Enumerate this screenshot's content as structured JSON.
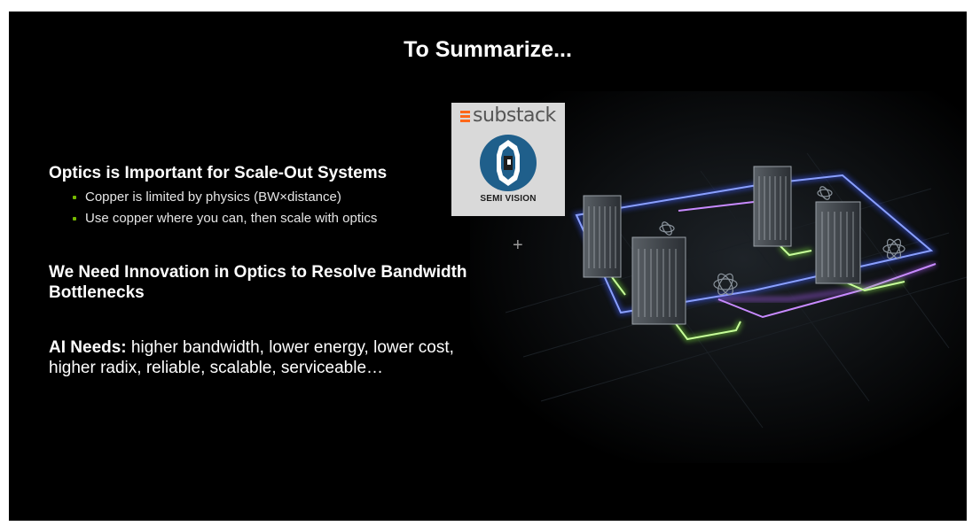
{
  "slide": {
    "title": "To Summarize...",
    "section1": {
      "heading": "Optics is Important for Scale-Out Systems",
      "bullets": [
        "Copper is limited by physics (BW×distance)",
        "Use copper where you can, then scale with optics"
      ]
    },
    "section2": {
      "heading_line1": "We Need Innovation in Optics to Resolve Bandwidth",
      "heading_line2": "Bottlenecks"
    },
    "section3": {
      "lead": "AI Needs:",
      "text_line1": " higher bandwidth, lower energy, lower cost,",
      "text_line2": "higher radix, reliable, scalable, serviceable…"
    },
    "plus_glyph": "+"
  },
  "watermark": {
    "brand": "substack",
    "label": "SEMI VISION",
    "brand_color": "#ff6719",
    "logo_color": "#1f5f8b"
  },
  "colors": {
    "background": "#000000",
    "bullet_accent": "#76b900",
    "link_blue": "#3d5bff",
    "link_purple": "#b060ff",
    "link_green": "#8cff40"
  },
  "icons": [
    "server-rack-icon",
    "atom-icon",
    "substack-logo-icon",
    "semi-vision-logo-icon"
  ]
}
